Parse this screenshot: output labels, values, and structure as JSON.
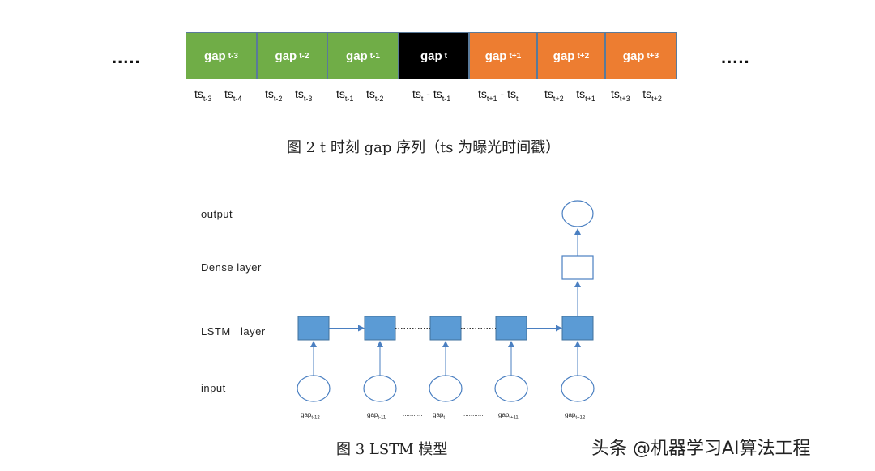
{
  "fig2": {
    "ellipsis_left": ".....",
    "ellipsis_right": ".....",
    "cells": [
      {
        "label": "gap",
        "sub": "t-3",
        "color": "green"
      },
      {
        "label": "gap",
        "sub": "t-2",
        "color": "green"
      },
      {
        "label": "gap",
        "sub": "t-1",
        "color": "green"
      },
      {
        "label": "gap",
        "sub": "t",
        "color": "black"
      },
      {
        "label": "gap",
        "sub": "t+1",
        "color": "orange"
      },
      {
        "label": "gap",
        "sub": "t+2",
        "color": "orange"
      },
      {
        "label": "gap",
        "sub": "t+3",
        "color": "orange"
      }
    ],
    "timestamps": [
      {
        "a": "ts",
        "a_sub": "t-3",
        "op": " – ",
        "b": "ts",
        "b_sub": "t-4"
      },
      {
        "a": "ts",
        "a_sub": "t-2",
        "op": " – ",
        "b": "ts",
        "b_sub": "t-3"
      },
      {
        "a": "ts",
        "a_sub": "t-1",
        "op": " – ",
        "b": "ts",
        "b_sub": "t-2"
      },
      {
        "a": "ts",
        "a_sub": "t",
        "op": " - ",
        "b": "ts",
        "b_sub": "t-1"
      },
      {
        "a": "ts",
        "a_sub": "t+1",
        "op": " - ",
        "b": "ts",
        "b_sub": "t"
      },
      {
        "a": "ts",
        "a_sub": "t+2",
        "op": " – ",
        "b": "ts",
        "b_sub": "t+1"
      },
      {
        "a": "ts",
        "a_sub": "t+3",
        "op": " – ",
        "b": "ts",
        "b_sub": "t+2"
      }
    ],
    "caption": "图 2   t 时刻 gap 序列（ts 为曝光时间戳）"
  },
  "fig3": {
    "labels": {
      "output": "output",
      "dense": "Dense  layer",
      "lstm": "LSTM   layer",
      "input": "input"
    },
    "inputs": [
      {
        "label": "gap",
        "sub": "t-12"
      },
      {
        "label": "gap",
        "sub": "t-11"
      },
      {
        "label": "gap",
        "sub": "t"
      },
      {
        "label": "gap",
        "sub": "t+11"
      },
      {
        "label": "gap",
        "sub": "t+12"
      }
    ],
    "input_ellipsis": "...........",
    "caption": "图 3   LSTM 模型"
  },
  "colors": {
    "green": "#70ad47",
    "black": "#000000",
    "orange": "#ed7d31",
    "lstm_block": "#5b9bd5",
    "diagram_line": "#4a7fc1"
  },
  "watermark": "头条 @机器学习AI算法工程"
}
